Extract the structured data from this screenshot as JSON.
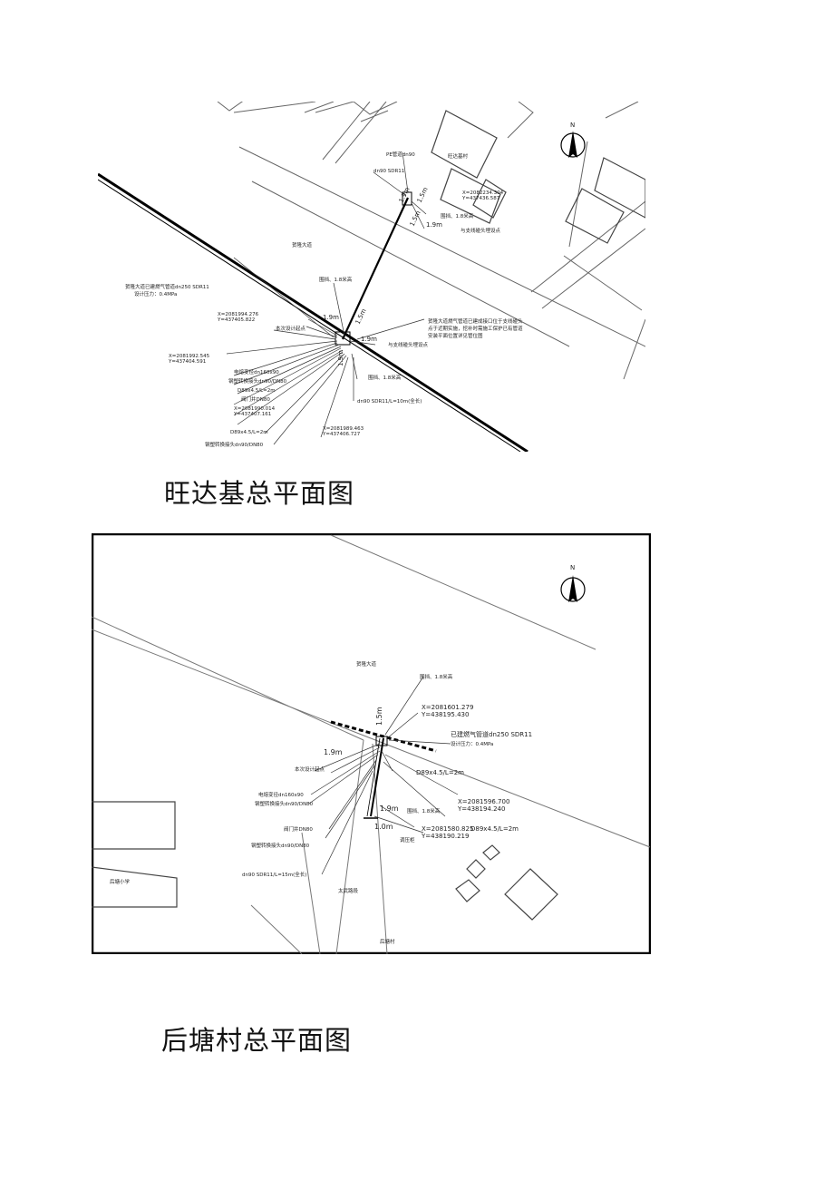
{
  "drawing1": {
    "caption": "旺达基总平面图",
    "labels": {
      "pe_pipe": "PE管道dn90",
      "village": "旺达基村",
      "pipe_sdr": "dn90 SDR11",
      "dim_19m_a": "1.9m",
      "dim_15m_a": "1.5m",
      "coord_x1": "X=2082234.304",
      "coord_y1": "Y=437436.587",
      "dim_15m_b": "1.5m",
      "dim_19m_b": "1.9m",
      "fence_a": "围挡、1.8米高",
      "start_pt": "与支线碰头埋设点",
      "road": "贺隆大道",
      "main_line1": "贺隆大道已建燃气管道dn250 SDR11",
      "main_line2": "设计压力：0.4MPa",
      "fence_b": "围挡、1.8米高",
      "coord_x2": "X=2081994.276",
      "coord_y2": "Y=437405.822",
      "dim_19m_c": "1.9m",
      "dim_15m_c": "1.5m",
      "design_pt": "本次设计起点",
      "dim_19m_d": "1.9m",
      "junction": "与支线碰头埋设点",
      "note1": "贺隆大道燃气管道已建成接口位于支线碰头",
      "note2": "点于近期实施，挖补时需施工保护已有管道",
      "note3": "安装平面位置详见管位图",
      "coord_x3": "X=2081992.545",
      "coord_y3": "Y=437404.591",
      "tee": "电熔变径dn160x90",
      "adaptor": "钢塑转换接头dn90/DN80",
      "d89": "D89x4.5/L=2m",
      "valve": "阀门井DN80",
      "dim_19m_e": "1.9m",
      "fence_c": "围挡、1.8米高",
      "coord_x4": "X=2081990.014",
      "coord_y4": "Y=437407.161",
      "pipe_len": "dn90 SDR11/L=10m(全长)",
      "coord_x5": "X=2081989.463",
      "coord_y5": "Y=437406.727",
      "d89_b": "D89x4.5/L=2m",
      "adaptor_b": "钢塑转换接头dn90/DN80",
      "north": "N"
    }
  },
  "drawing2": {
    "caption": "后塘村总平面图",
    "labels": {
      "road": "贺隆大道",
      "fence_a": "围挡、1.8米高",
      "dim_15m": "1.5m",
      "coord_x1": "X=2081601.279",
      "coord_y1": "Y=438195.430",
      "main_line1": "已建燃气管道dn250 SDR11",
      "main_line2": "设计压力：0.4MPa",
      "dim_19m_a": "1.9m",
      "design_pt": "本次设计起点",
      "d89_a": "D89x4.5/L=2m",
      "tee": "电熔变径dn160x90",
      "adaptor_a": "钢塑转换接头dn90/DN80",
      "dim_19m_b": "1.9m",
      "fence_b": "围挡、1.8米高",
      "coord_x2": "X=2081596.700",
      "coord_y2": "Y=438194.240",
      "valve": "阀门井DN80",
      "dim_10m": "1.0m",
      "coord_x3": "X=2081580.825",
      "coord_y3": "Y=438190.219",
      "d89_b": "D89x4.5/L=2m",
      "adaptor_b": "钢塑转换接头dn90/DN80",
      "regulator": "调压柜",
      "school": "后塘小学",
      "pipe_len": "dn90 SDR11/L=15m(全长)",
      "lane": "太武路段",
      "village": "后塘村",
      "north": "N"
    }
  }
}
